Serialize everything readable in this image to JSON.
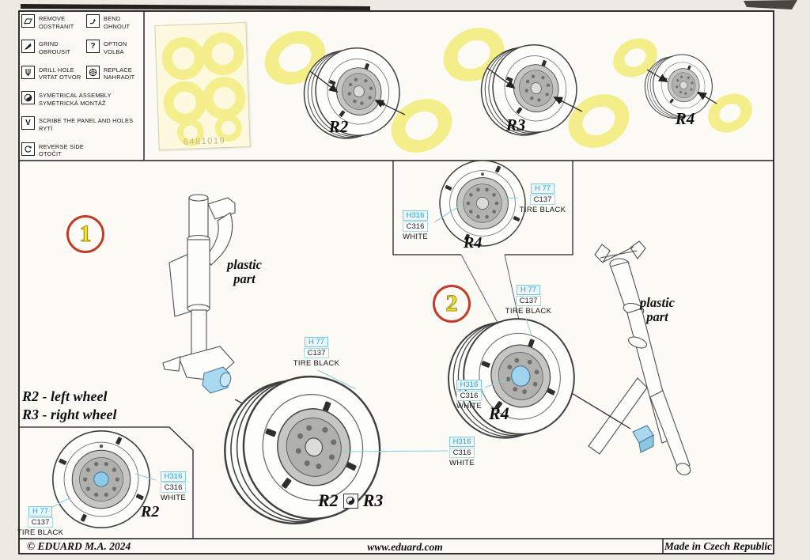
{
  "legend": {
    "items": [
      {
        "icon": "remove-icon",
        "en": "REMOVE",
        "cs": "ODSTRANIT"
      },
      {
        "icon": "bend-icon",
        "en": "BEND",
        "cs": "OHNOUT"
      },
      {
        "icon": "grind-icon",
        "en": "GRIND",
        "cs": "OBROUSIT"
      },
      {
        "icon": "option-icon",
        "en": "OPTION",
        "cs": "VOLBA"
      },
      {
        "icon": "drill-hole-icon",
        "en": "DRILL HOLE",
        "cs": "VRTAT OTVOR"
      },
      {
        "icon": "replace-icon",
        "en": "REPLACE",
        "cs": "NAHRADIT"
      },
      {
        "icon": "symmetrical-assembly-icon",
        "en": "SYMETRICAL ASSEMBLY",
        "cs": "SYMETRICKÁ MONTÁŽ"
      },
      {
        "icon": "scribe-icon",
        "en": "SCRIBE THE PANEL AND HOLES",
        "cs": "RYTÍ"
      },
      {
        "icon": "reverse-side-icon",
        "en": "REVERSE SIDE",
        "cs": "OTOČIT"
      }
    ]
  },
  "mask_sheet": {
    "part_number": "6481019"
  },
  "top_row": {
    "labels": [
      "R2",
      "R3",
      "R4"
    ]
  },
  "paints": {
    "tire_black": {
      "code_h": "H 77",
      "code_c": "C137",
      "name": "TIRE BLACK"
    },
    "white": {
      "code_h": "H316",
      "code_c": "C316",
      "name": "WHITE"
    }
  },
  "steps": {
    "one": {
      "number": "1",
      "part_label": "plastic part"
    },
    "two": {
      "number": "2",
      "part_label": "plastic part",
      "wheel_label": "R4"
    }
  },
  "assembly": {
    "left_label": "R2",
    "right_label": "R3"
  },
  "notes": {
    "line1": "R2 - left wheel",
    "line2": "R3 - right wheel"
  },
  "insets": {
    "top_label": "R4",
    "bottom_label": "R2"
  },
  "footer": {
    "copyright": "© EDUARD  M.A. 2024",
    "website": "www.eduard.com",
    "made_in": "Made in Czech Republic"
  },
  "colors": {
    "mask_yellow": "#f3ee8a",
    "badge_ring_red": "#c43a28",
    "badge_digit_yellow": "#f2e33c",
    "callout_blue": "#2f9dc4",
    "part_highlight_blue": "#a9d8ef"
  }
}
